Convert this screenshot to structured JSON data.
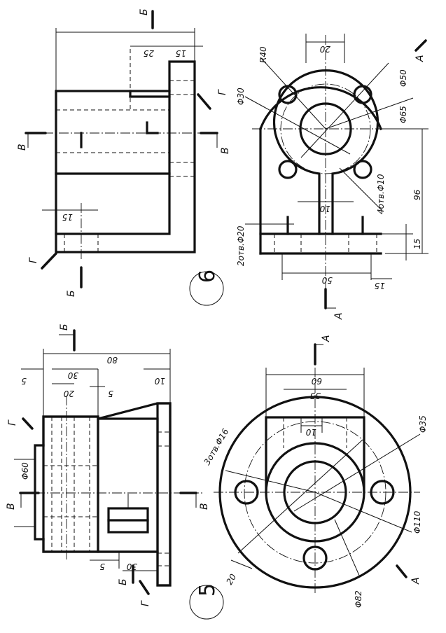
{
  "sheet": {
    "view5": {
      "number": "5",
      "dims": {
        "d5a": "5",
        "d30": "30",
        "d20": "20",
        "d5b": "5",
        "d80": "80",
        "d10": "10",
        "phi60": "Φ60",
        "d5c": "5",
        "d30b": "30",
        "holes": "3отв.Φ16",
        "d60": "60",
        "d35": "35",
        "d10b": "10",
        "phi35": "Φ35",
        "phi110": "Φ110",
        "phi82": "Φ82",
        "d20b": "20"
      },
      "letters": {
        "b_top": "Б",
        "g_left": "Г",
        "v_left": "В",
        "v_right": "В",
        "b_bottom": "Б",
        "g_bottom": "Г",
        "a_top": "А",
        "a_bottom": "А"
      }
    },
    "view6": {
      "number": "6",
      "dims": {
        "d25": "25",
        "d15a": "15",
        "d15b": "15",
        "r40": "R40",
        "d20": "20",
        "phi30": "Φ30",
        "phi50": "Φ50",
        "phi65": "Φ65",
        "holes4": "4отв.Φ10",
        "d10": "10",
        "d96": "96",
        "holes2": "2отв.Φ20",
        "d15c": "15",
        "d50": "50",
        "d15d": "15"
      },
      "letters": {
        "b_top": "Б",
        "g_right": "Г",
        "v_left": "В",
        "v_right": "В",
        "g_left": "Г",
        "b_bottom": "Б",
        "a_top": "А",
        "a_bottom": "А"
      }
    }
  }
}
